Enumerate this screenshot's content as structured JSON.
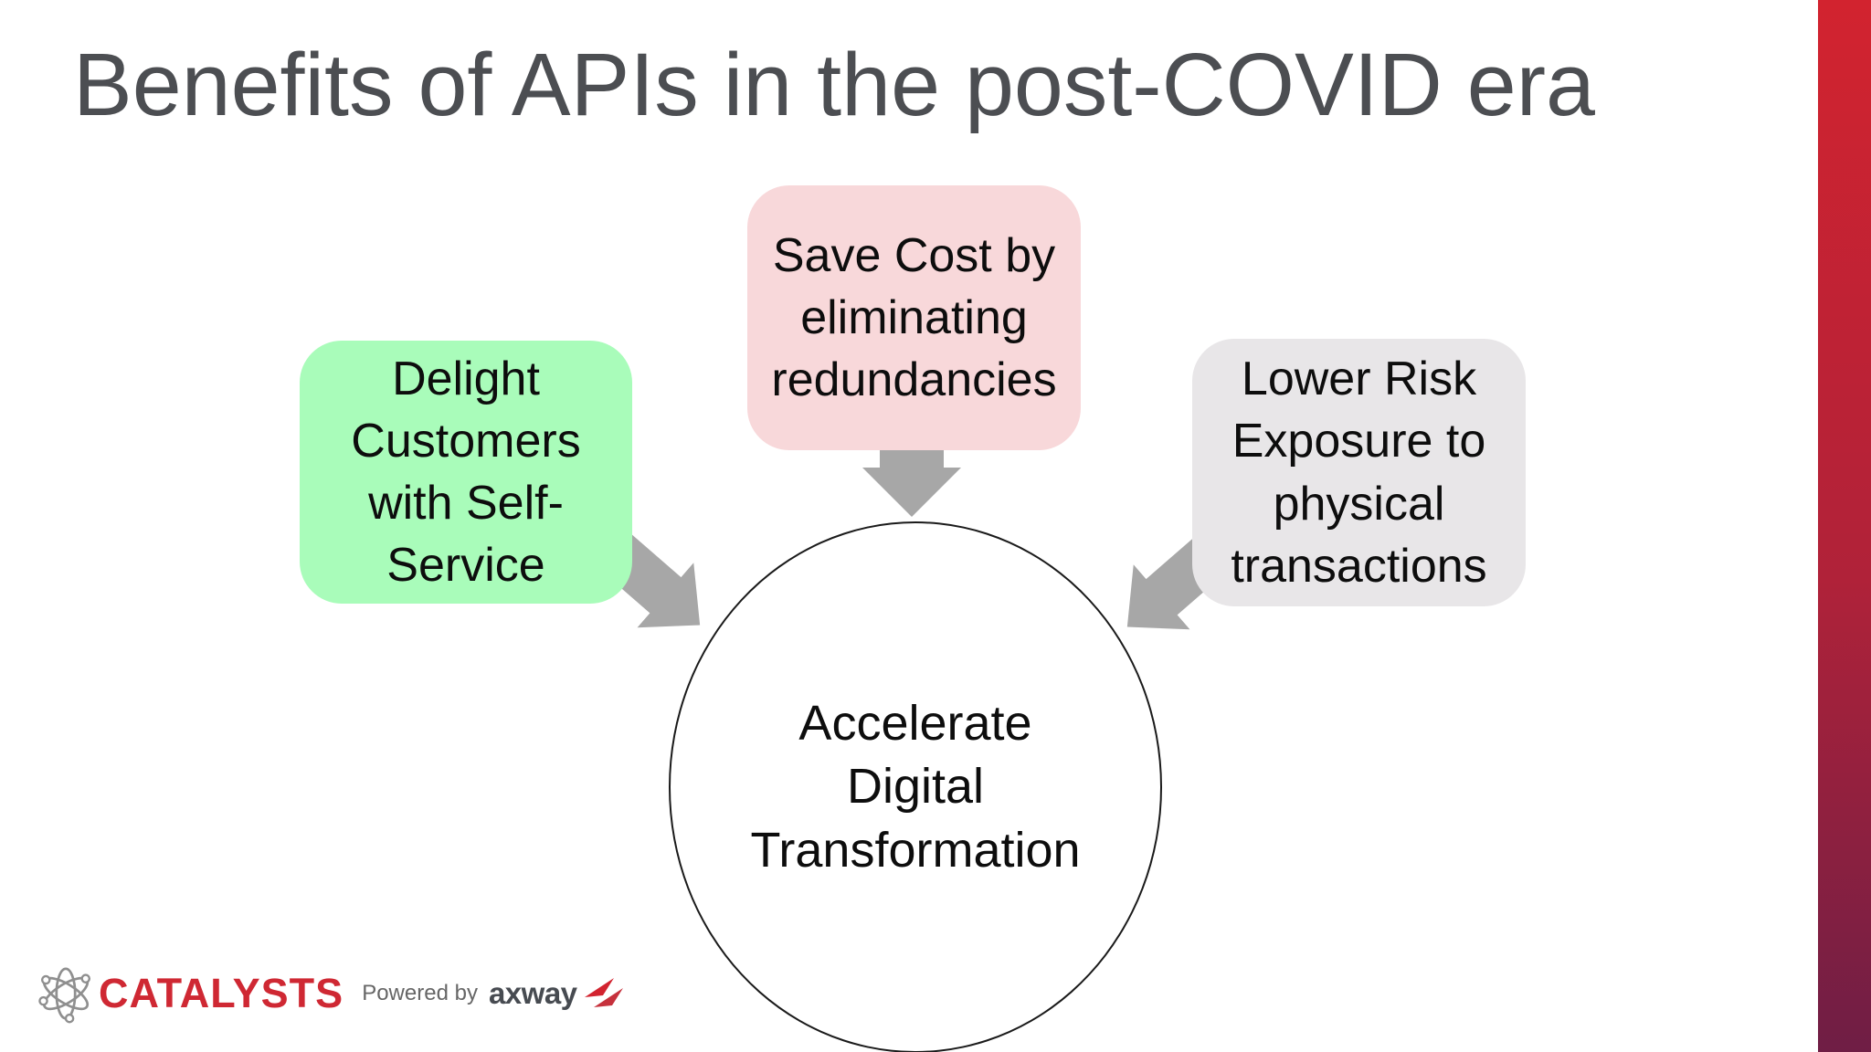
{
  "title": "Benefits of APIs in the post-COVID era",
  "boxes": [
    {
      "id": "delight",
      "text": "Delight\nCustomers\nwith Self-\nService",
      "bg": "#a9fcba"
    },
    {
      "id": "save-cost",
      "text": "Save Cost by\neliminating\nredundancies",
      "bg": "#f8d8da"
    },
    {
      "id": "lower-risk",
      "text": "Lower Risk\nExposure to\nphysical\ntransactions",
      "bg": "#e8e6e8"
    }
  ],
  "center": {
    "text": "Accelerate\nDigital\nTransformation"
  },
  "footer": {
    "brand": "CATALYSTS",
    "powered_by": "Powered by",
    "partner": "axway"
  },
  "colors": {
    "title_text": "#4c4e52",
    "body_text": "#0d0d0d",
    "arrow_gray": "#a7a7a7",
    "accent_bar_top": "#d2232f",
    "accent_bar_bottom": "#6f1e45",
    "brand_red": "#cf2833",
    "partner_dark": "#474b51",
    "circle_outline": "#1a1a1a"
  }
}
